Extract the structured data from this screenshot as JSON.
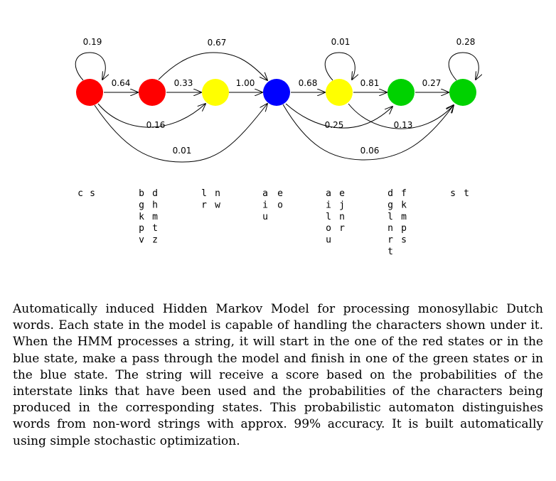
{
  "colors": {
    "red": "#ff0000",
    "yellow": "#ffff00",
    "blue": "#0000ff",
    "green": "#00d200"
  },
  "states": [
    {
      "id": "s1",
      "color": "red",
      "columns": [
        [
          "c"
        ],
        [
          "s"
        ]
      ]
    },
    {
      "id": "s2",
      "color": "red",
      "columns": [
        [
          "b",
          "g",
          "k",
          "p",
          "v"
        ],
        [
          "d",
          "h",
          "m",
          "t",
          "z"
        ]
      ]
    },
    {
      "id": "s3",
      "color": "yellow",
      "columns": [
        [
          "l",
          "r"
        ],
        [
          "n",
          "w"
        ]
      ]
    },
    {
      "id": "s4",
      "color": "blue",
      "columns": [
        [
          "a",
          "i",
          "u"
        ],
        [
          "e",
          "o"
        ]
      ]
    },
    {
      "id": "s5",
      "color": "yellow",
      "columns": [
        [
          "a",
          "i",
          "l",
          "o",
          "u"
        ],
        [
          "e",
          "j",
          "n",
          "r"
        ]
      ]
    },
    {
      "id": "s6",
      "color": "green",
      "columns": [
        [
          "d",
          "g",
          "l",
          "n",
          "r",
          "t"
        ],
        [
          "f",
          "k",
          "m",
          "p",
          "s"
        ]
      ]
    },
    {
      "id": "s7",
      "color": "green",
      "columns": [
        [
          "s"
        ],
        [
          "t"
        ]
      ]
    }
  ],
  "transitions": [
    {
      "id": "t1",
      "from": "s1",
      "to": "s1",
      "label": "0.19"
    },
    {
      "id": "t2",
      "from": "s1",
      "to": "s2",
      "label": "0.64"
    },
    {
      "id": "t3",
      "from": "s1",
      "to": "s3",
      "label": "0.16"
    },
    {
      "id": "t4",
      "from": "s1",
      "to": "s4",
      "label": "0.01"
    },
    {
      "id": "t5",
      "from": "s2",
      "to": "s3",
      "label": "0.33"
    },
    {
      "id": "t6",
      "from": "s2",
      "to": "s4",
      "label": "0.67"
    },
    {
      "id": "t7",
      "from": "s3",
      "to": "s4",
      "label": "1.00"
    },
    {
      "id": "t8",
      "from": "s4",
      "to": "s5",
      "label": "0.68"
    },
    {
      "id": "t9",
      "from": "s4",
      "to": "s6",
      "label": "0.25"
    },
    {
      "id": "t10",
      "from": "s4",
      "to": "s7",
      "label": "0.06"
    },
    {
      "id": "t11",
      "from": "s5",
      "to": "s5",
      "label": "0.01"
    },
    {
      "id": "t12",
      "from": "s5",
      "to": "s6",
      "label": "0.81"
    },
    {
      "id": "t13",
      "from": "s5",
      "to": "s7",
      "label": "0.13"
    },
    {
      "id": "t14",
      "from": "s6",
      "to": "s7",
      "label": "0.27"
    },
    {
      "id": "t15",
      "from": "s7",
      "to": "s7",
      "label": "0.28"
    }
  ],
  "caption": "Automatically induced Hidden Markov Model for processing monosyllabic Dutch words. Each state in the model is capable of handling the characters shown under it. When the HMM processes a string, it will start in the one of the red states or in the blue state, make a pass through the model and finish in one of the green states or in the blue state. The string will receive a score based on the probabilities of the interstate links that have been used and the probabilities of the characters being produced in the corresponding states. This probabilistic automaton distinguishes words from non-word strings with approx. 99% accuracy. It is built automatically using simple stochastic optimization."
}
